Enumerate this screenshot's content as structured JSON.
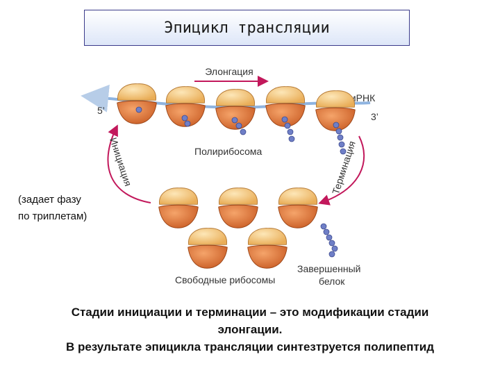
{
  "title": "Эпицикл трансляции",
  "side_note": [
    "(задает фазу",
    "по триплетам)"
  ],
  "diagram": {
    "elongation": "Элонгация",
    "mrna": "мРНК",
    "five_prime": "5’",
    "three_prime": "3’",
    "polyribosome": "Полирибосома",
    "initiation": "Инициация",
    "termination": "Терминация",
    "free_ribosomes": "Свободные рибосомы",
    "finished_protein": [
      "Завершенный",
      "белок"
    ],
    "colors": {
      "small_subunit": "#e27b3c",
      "large_subunit": "#f6cc80",
      "mrna": "#8fb4e0",
      "peptide": "#6f7fc7",
      "arrow": "#c2185b"
    }
  },
  "caption": [
    "Стадии инициации и терминации – это модификации стадии",
    "элонгации.",
    "В результате эпицикла трансляции синтезтруется полипептид"
  ]
}
